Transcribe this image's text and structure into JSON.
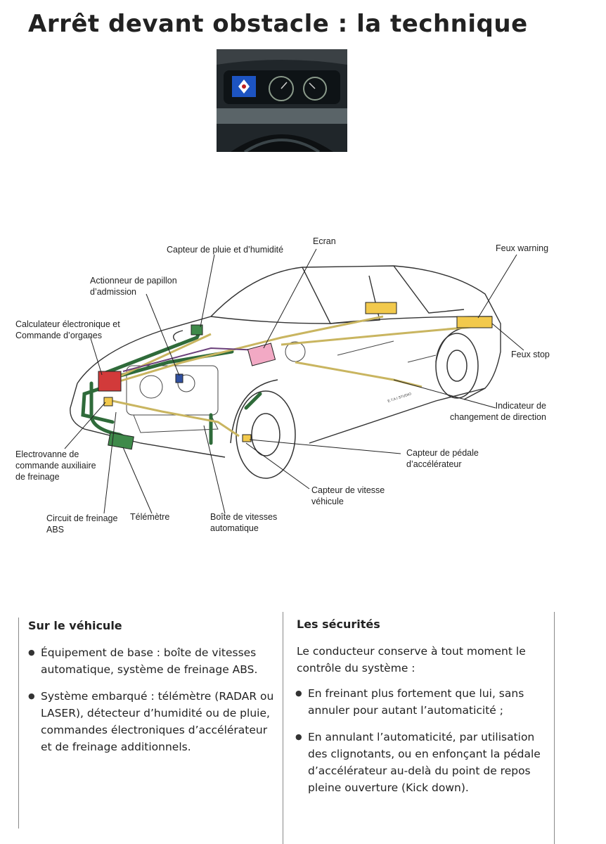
{
  "title": "Arrêt devant obstacle : la technique",
  "labels": {
    "capteur_pluie": "Capteur de pluie et d’humidité",
    "ecran": "Ecran",
    "feux_warning": "Feux warning",
    "actionneur": "Actionneur de papillon\nd’admission",
    "calculateur": "Calculateur électronique et\nCommande d’organes",
    "feux_stop": "Feux stop",
    "indicateur": "Indicateur de\nchangement de direction",
    "electrovanne": "Electrovanne de\ncommande auxiliaire\nde freinage",
    "capteur_pedale": "Capteur de pédale\nd’accélérateur",
    "capteur_vitesse": "Capteur de vitesse\nvéhicule",
    "circuit_abs": "Circuit de freinage\nABS",
    "telemetre": "Télémètre",
    "boite": "Boîte de vitesses\nautomatique",
    "credit": "E.T.A.I STUDIO"
  },
  "left": {
    "heading": "Sur le véhicule",
    "bullets": [
      "Équipement de base : boîte de vitesses automatique, système de freinage ABS.",
      "Système embarqué : télémètre (RADAR ou LASER), détecteur d’humidité ou de pluie, commandes électroniques d’accélérateur et de freinage additionnels."
    ]
  },
  "right": {
    "heading": "Les sécurités",
    "intro": "Le conducteur conserve à tout moment le contrôle du système :",
    "bullets": [
      "En freinant plus fortement que lui, sans annuler pour autant l’automaticité ;",
      "En annulant l’automaticité, par utilisation des clignotants, ou en enfonçant la pédale d’accélérateur au-delà du point de repos pleine ouverture (Kick down)."
    ]
  },
  "colors": {
    "brake_green": "#2f6b3a",
    "wire_yellow": "#d8c870",
    "ecu_red": "#d23a3a",
    "screen_pink": "#f2a9c4",
    "lamp_yellow": "#f2c94c"
  }
}
